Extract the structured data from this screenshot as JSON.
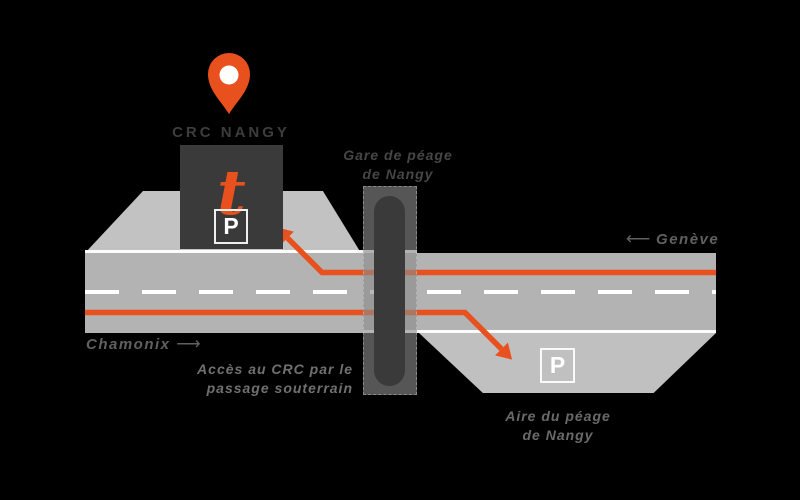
{
  "colors": {
    "accent_orange": "#E8511E",
    "road_gray": "#B3B3B3",
    "parking_gray": "#C2C2C2",
    "panel_dark": "#3A3A3A",
    "background": "#000000",
    "label_gray": "#606060"
  },
  "location": {
    "name": "CRC NANGY",
    "logo_letter": "t"
  },
  "toll_gate": {
    "label_line1": "Gare de péage",
    "label_line2": "de Nangy"
  },
  "rest_area": {
    "label_line1": "Aire du péage",
    "label_line2": "de Nangy"
  },
  "access_note": {
    "line1": "Accès au CRC par le",
    "line2": "passage souterrain"
  },
  "directions": {
    "west": {
      "label": "Genève",
      "arrow": "⟵"
    },
    "east": {
      "label": "Chamonix",
      "arrow": "⟶"
    }
  },
  "parking": {
    "left_symbol": "P",
    "right_symbol": "P"
  }
}
